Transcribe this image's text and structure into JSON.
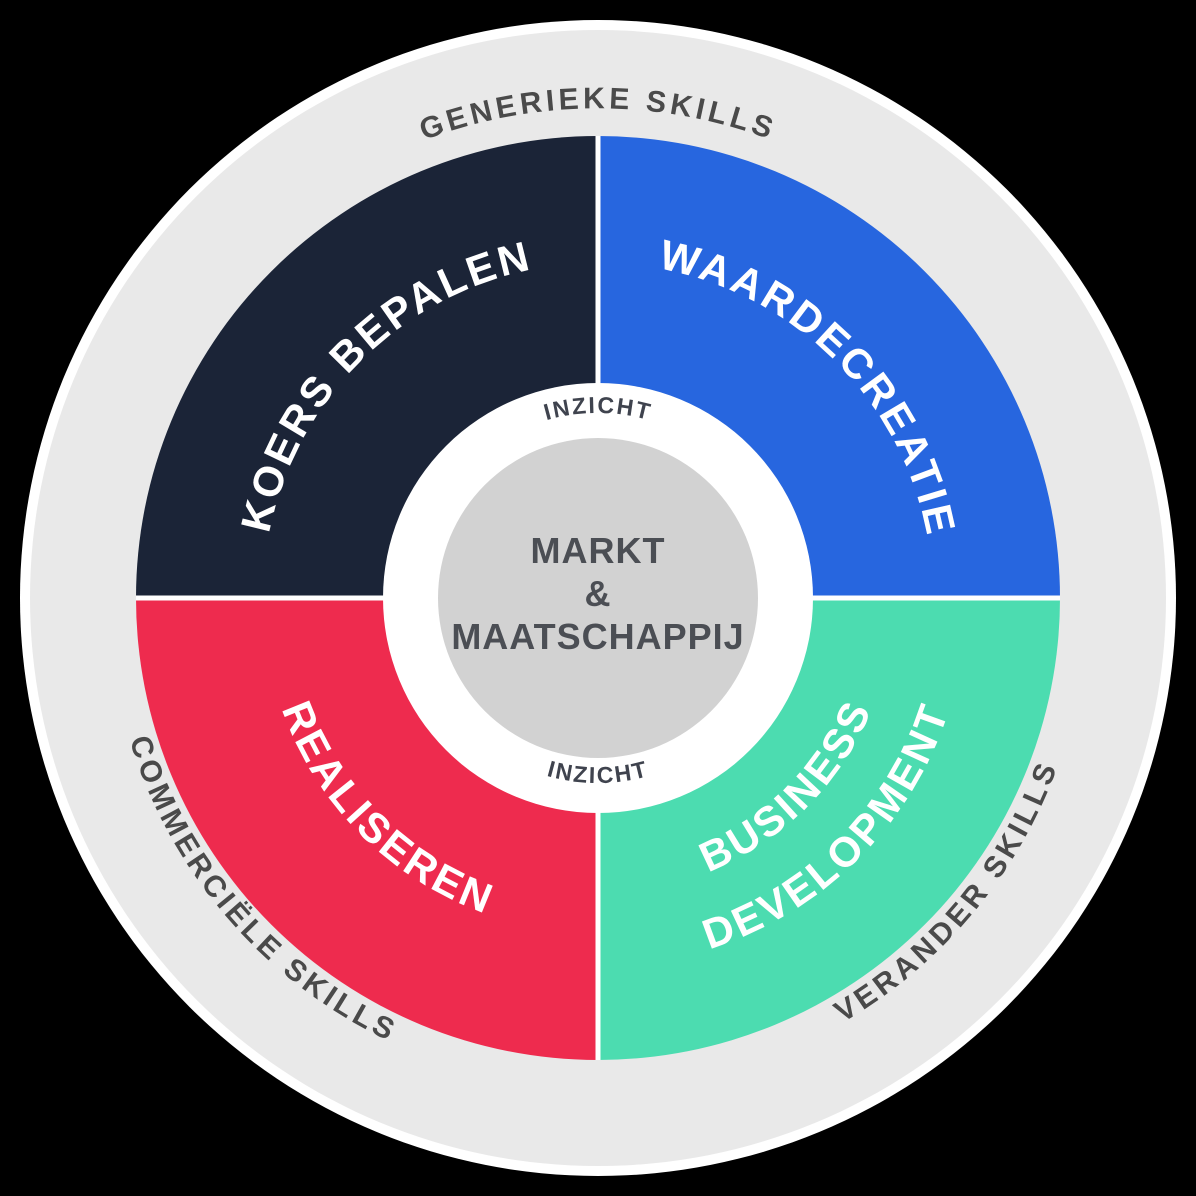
{
  "diagram": {
    "background_color": "#000000",
    "outer_ring": {
      "rim_color": "#ffffff",
      "fill_color": "#e9e9e9",
      "label_color": "#4a4a4a",
      "top_label": "GENERIEKE SKILLS",
      "bottom_left_label": "COMMERCIËLE SKILLS",
      "bottom_right_label": "VERANDER SKILLS"
    },
    "quadrant_label_color": "#ffffff",
    "separator_color": "#ffffff",
    "quadrants": {
      "top_left": {
        "label": "KOERS BEPALEN",
        "color": "#1b2437"
      },
      "top_right": {
        "label": "WAARDECREATIE",
        "color": "#2766df"
      },
      "bottom_left": {
        "label": "REALISEREN",
        "color": "#ee2b4e"
      },
      "bottom_right": {
        "label_line1": "BUSINESS",
        "label_line2": "DEVELOPMENT",
        "color": "#4cdcb0"
      }
    },
    "inner_ring": {
      "fill_color": "#ffffff",
      "label_color": "#3f434e",
      "top_label": "INZICHT",
      "bottom_label": "INZICHT"
    },
    "center": {
      "fill_color": "#d2d2d2",
      "text_color": "#4b4e54",
      "line1": "MARKT",
      "line2": "&",
      "line3": "MAATSCHAPPIJ"
    }
  }
}
